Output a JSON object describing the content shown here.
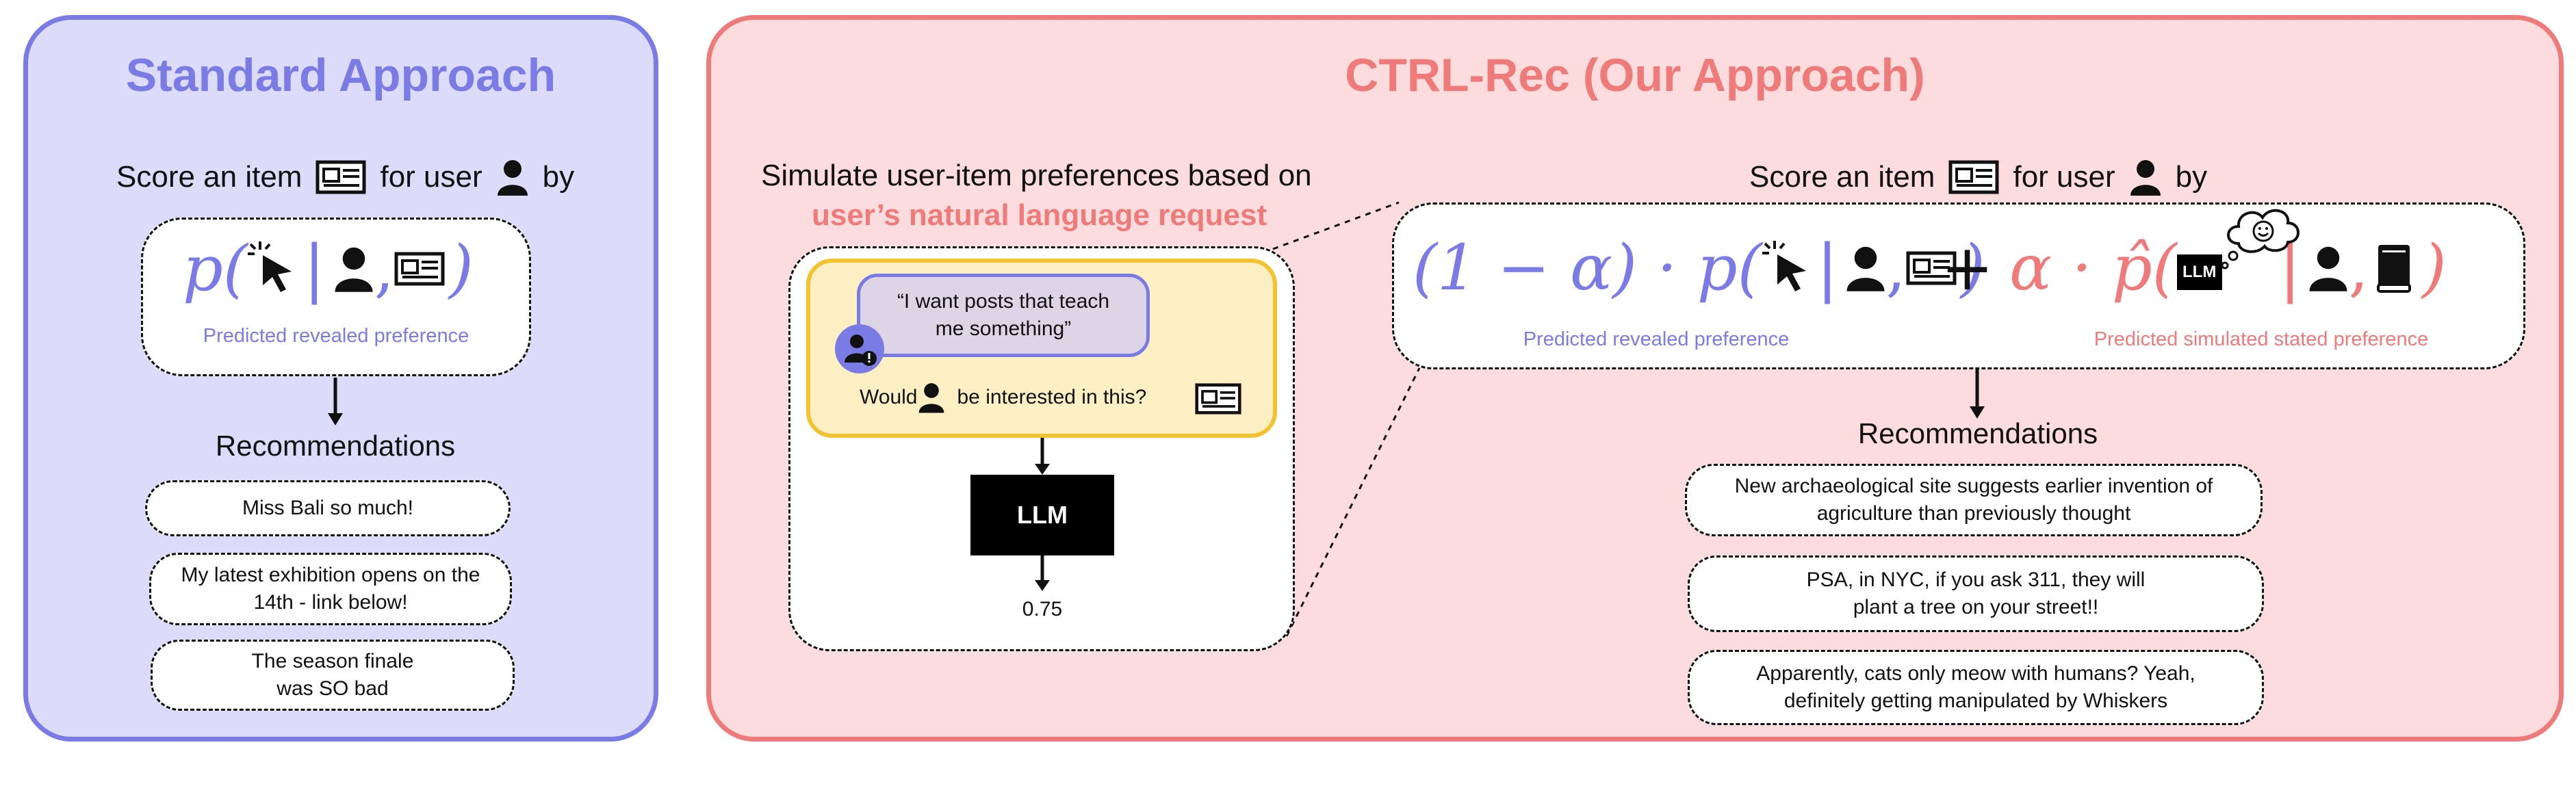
{
  "standard": {
    "title": "Standard Approach",
    "score_prefix": "Score an item",
    "score_middle": "for user",
    "score_suffix": "by",
    "formula_p": "p(",
    "formula_bar": "|",
    "formula_comma": ",",
    "formula_close": ")",
    "caption": "Predicted revealed preference",
    "recommendations_label": "Recommendations",
    "recommendations": [
      "Miss Bali so much!",
      "My latest exhibition opens on the 14th - link below!",
      "The season finale was SO bad"
    ]
  },
  "ctrl": {
    "title": "CTRL-Rec (Our Approach)",
    "simulate_line1": "Simulate user-item preferences based on",
    "simulate_line2": "user’s natural language request",
    "request_quote": "“I want posts that teach me something”",
    "would_prefix": "Would",
    "would_suffix": "be interested in this?",
    "llm_label": "LLM",
    "output_value": "0.75",
    "score_prefix": "Score an item",
    "score_middle": "for user",
    "score_suffix": "by",
    "formula_left": "(1 − α) · p(",
    "formula_plus": "+",
    "formula_right": "α · p̂(",
    "formula_bar": "|",
    "formula_comma": ",",
    "formula_close": ")",
    "formula_llm": "LLM",
    "caption_left": "Predicted revealed preference",
    "caption_right": "Predicted simulated stated preference",
    "recommendations_label": "Recommendations",
    "recommendations": [
      "New archaeological site suggests earlier invention of agriculture than previously thought",
      "PSA, in NYC, if you ask 311, they will plant a tree on your street!!",
      "Apparently, cats only meow with humans? Yeah, definitely getting manipulated by Whiskers"
    ]
  },
  "colors": {
    "lavender": "#7b7be6",
    "salmon": "#ef7a7a",
    "std_bg": "#dcdcfa",
    "ctrl_bg": "#fcdcdc",
    "yellow": "#fcefc4",
    "gold": "#f2c230"
  },
  "icons": [
    "newspaper-icon",
    "user-icon",
    "cursor-click-icon",
    "book-icon",
    "thought-bubble-icon",
    "user-alert-icon"
  ]
}
